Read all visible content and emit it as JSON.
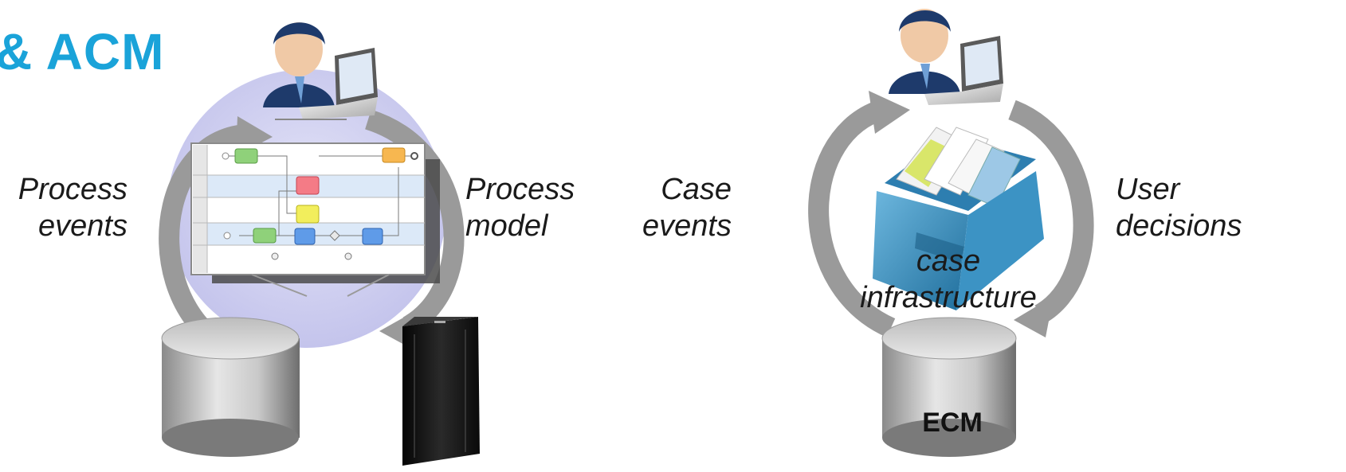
{
  "title": "& ACM",
  "left_diagram": {
    "label_left": [
      "Process",
      "events"
    ],
    "label_right": [
      "Process",
      "model"
    ]
  },
  "right_diagram": {
    "label_left": [
      "Case",
      "events"
    ],
    "label_right": [
      "User",
      "decisions"
    ],
    "center_label": [
      "case",
      "infrastructure"
    ],
    "db_label": "ECM"
  },
  "colors": {
    "title": "#1aa3d9",
    "cycle_arrow": "#9a9a9a",
    "halo": "#cfcff0",
    "folder": "#3a8fbf"
  }
}
